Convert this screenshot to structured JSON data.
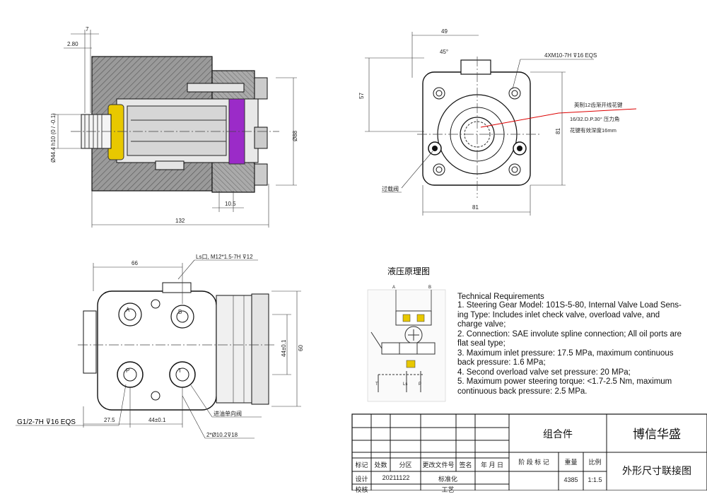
{
  "top_left_view": {
    "dim_top": "7",
    "dim_second": "2.80",
    "dia_left": "Ø44.4 h10 (0 / -0.1)",
    "dia_right": "Ø88",
    "dim_small": "10.5",
    "dim_total": "132"
  },
  "top_right_view": {
    "dim_width_top": "49",
    "dim_angle": "45°",
    "thread_callout": "4XM10-7H ⊽16 EQS",
    "dim_height_left": "57",
    "dim_height_right": "81",
    "dim_width_bottom": "81",
    "spline_line1": "英制12齿渐开线花键",
    "spline_line2": "16/32.D.P.30° 压力角",
    "spline_line3": "花键有效深度16mm",
    "label_valve": "过载阀"
  },
  "bottom_left_view": {
    "dim_66": "66",
    "ls_callout": "Ls口, M12*1.5-7H ⊽12",
    "dim_44_v": "44±0.1",
    "dim_60": "60",
    "port_callout": "G1/2-7H ⊽16 EQS",
    "dim_27_5": "27.5",
    "dim_44_h": "44±0.1",
    "check_valve": "进油单向阀",
    "hole_callout": "2*Ø10.2⊽18",
    "port_A": "A",
    "port_B": "B",
    "port_P": "P",
    "port_T": "T"
  },
  "hydraulic": {
    "title": "液压原理图",
    "label_A": "A",
    "label_B": "B",
    "label_T": "T",
    "label_Ls": "Ls",
    "label_P": "P"
  },
  "tech": {
    "title": "Technical Requirements",
    "lines": [
      "1. Steering Gear Model: 101S-5-80, Internal Valve Load Sens-",
      "ing Type: Includes inlet check valve, overload valve, and",
      "charge valve;",
      "2. Connection: SAE involute spline connection; All oil ports are",
      "flat seal type;",
      "3. Maximum inlet pressure: 17.5 MPa, maximum continuous",
      "back pressure: 1.6 MPa;",
      "4. Second overload valve set pressure: 20 MPa;",
      "5. Maximum power steering torque: <1.7-2.5 Nm, maximum",
      "continuous back pressure: 2.5 MPa."
    ]
  },
  "title_block": {
    "assembly": "组合件",
    "company": "博信华盛",
    "drawing_name": "外形尺寸联接图",
    "headers": [
      "标记",
      "处数",
      "分区",
      "更改文件号",
      "签名",
      "年 月 日"
    ],
    "stage_label": "阶 段 标 记",
    "weight_label": "重量",
    "scale_label": "比例",
    "weight_value": "4385",
    "scale_value": "1:1.5",
    "design_label": "设计",
    "design_date": "20211122",
    "standard_label": "标准化",
    "row_partial_1": "校核",
    "row_partial_2": "工艺"
  }
}
